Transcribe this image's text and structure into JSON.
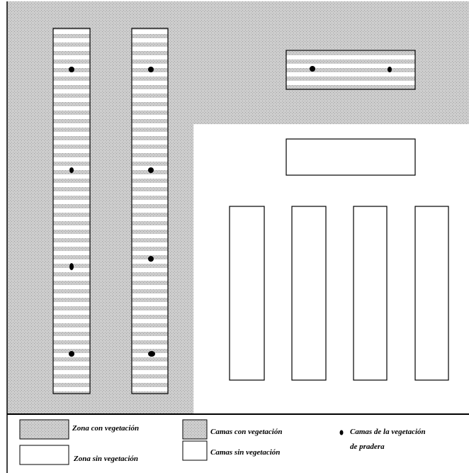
{
  "legend": {
    "vegetated_zone": "Zona con vegetación",
    "non_vegetated_zone": "Zona sin vegetación",
    "vegetated_beds": "Camas con vegetación",
    "non_vegetated_beds": "Camas sin vegetación",
    "meadow_vegetation_beds_line1": "Camas de la vegetación",
    "meadow_vegetation_beds_line2": "de pradera"
  },
  "colors": {
    "vegetation_fill": "#c8c8c8",
    "border": "#000000",
    "background": "#ffffff"
  }
}
